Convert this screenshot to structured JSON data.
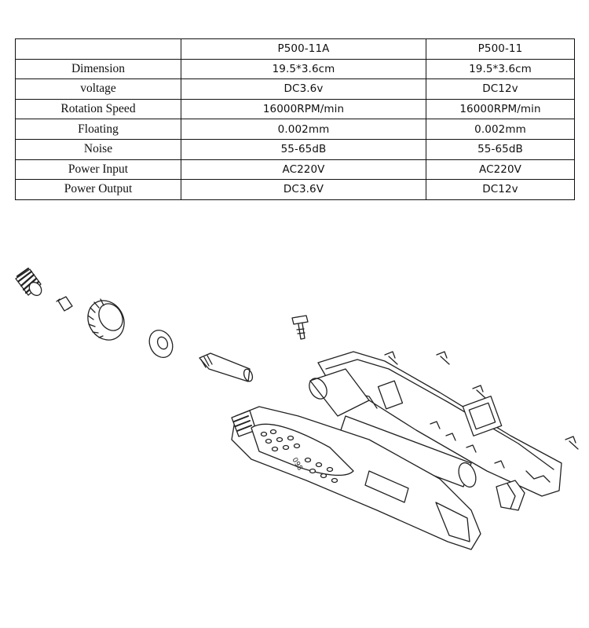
{
  "spec_table": {
    "columns": [
      "",
      "P500-11A",
      "P500-11"
    ],
    "rows": [
      {
        "label": "Dimension",
        "a": "19.5*3.6cm",
        "b": "19.5*3.6cm"
      },
      {
        "label": "voltage",
        "a": "DC3.6v",
        "b": "DC12v"
      },
      {
        "label": "Rotation Speed",
        "a": "16000RPM/min",
        "b": "16000RPM/min"
      },
      {
        "label": "Floating",
        "a": "0.002mm",
        "b": "0.002mm"
      },
      {
        "label": "Noise",
        "a": "55-65dB",
        "b": "55-65dB"
      },
      {
        "label": "Power Input",
        "a": "AC220V",
        "b": "AC220V"
      },
      {
        "label": "Power Output",
        "a": "DC3.6V",
        "b": "DC12v"
      }
    ]
  },
  "drawing": {
    "handle_marking": "098"
  }
}
